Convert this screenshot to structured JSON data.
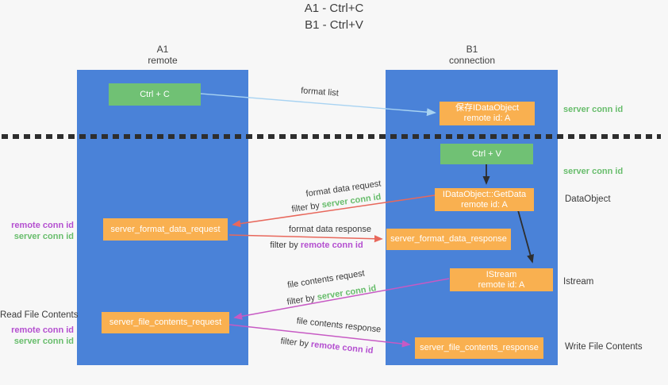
{
  "title": {
    "lines": [
      "A1 - Ctrl+C",
      "B1 - Ctrl+V"
    ]
  },
  "lanes": {
    "left": {
      "name": "A1",
      "subtitle": "remote"
    },
    "right": {
      "name": "B1",
      "subtitle": "connection"
    }
  },
  "nodes": {
    "ctrl_c": {
      "label": "Ctrl + C"
    },
    "ctrl_v": {
      "label": "Ctrl + V"
    },
    "save_idataobject": {
      "line1": "保存IDataObject",
      "line2": "remote id: A"
    },
    "idataobject_getdata": {
      "line1": "IDataObject::GetData",
      "line2": "remote id: A"
    },
    "istream": {
      "line1": "IStream",
      "line2": "remote id: A"
    },
    "server_format_data_request": {
      "label": "server_format_data_request"
    },
    "server_format_data_response": {
      "label": "server_format_data_response"
    },
    "server_file_contents_request": {
      "label": "server_file_contents_request"
    },
    "server_file_contents_response": {
      "label": "server_file_contents_response"
    }
  },
  "messages": {
    "format_list": {
      "label": "format list"
    },
    "format_data_request": {
      "label": "format data request",
      "filter_prefix": "filter by ",
      "filter_value": "server conn id"
    },
    "format_data_response": {
      "label": "format data response",
      "filter_prefix": "filter by ",
      "filter_value": "remote conn id"
    },
    "file_contents_request": {
      "label": "file contents request",
      "filter_prefix": "filter by ",
      "filter_value": "server conn id"
    },
    "file_contents_response": {
      "label": "file contents response",
      "filter_prefix": "filter by ",
      "filter_value": "remote conn id"
    }
  },
  "right_labels": {
    "server_conn_id_top": "server conn id",
    "server_conn_id_mid": "server conn id",
    "dataobject": "DataObject",
    "istream": "Istream",
    "write_file_contents": "Write File Contents"
  },
  "left_labels": {
    "remote_conn_id_top": "remote conn id",
    "server_conn_id_top": "server conn id",
    "read_file_contents": "Read File Contents",
    "remote_conn_id_bottom": "remote conn id",
    "server_conn_id_bottom": "server conn id"
  },
  "colors": {
    "background": "#f7f7f7",
    "lane_blue": "#4a82d8",
    "box_orange": "#f9b050",
    "box_green": "#70c174",
    "arrow_red": "#e8685c",
    "arrow_magenta": "#c75ac4",
    "arrow_lightblue": "#a8d3f2",
    "arrow_black": "#2e2e2e",
    "label_green": "#68bd6c",
    "label_purple": "#b44fd0",
    "text_dark": "#3a3a3a"
  }
}
